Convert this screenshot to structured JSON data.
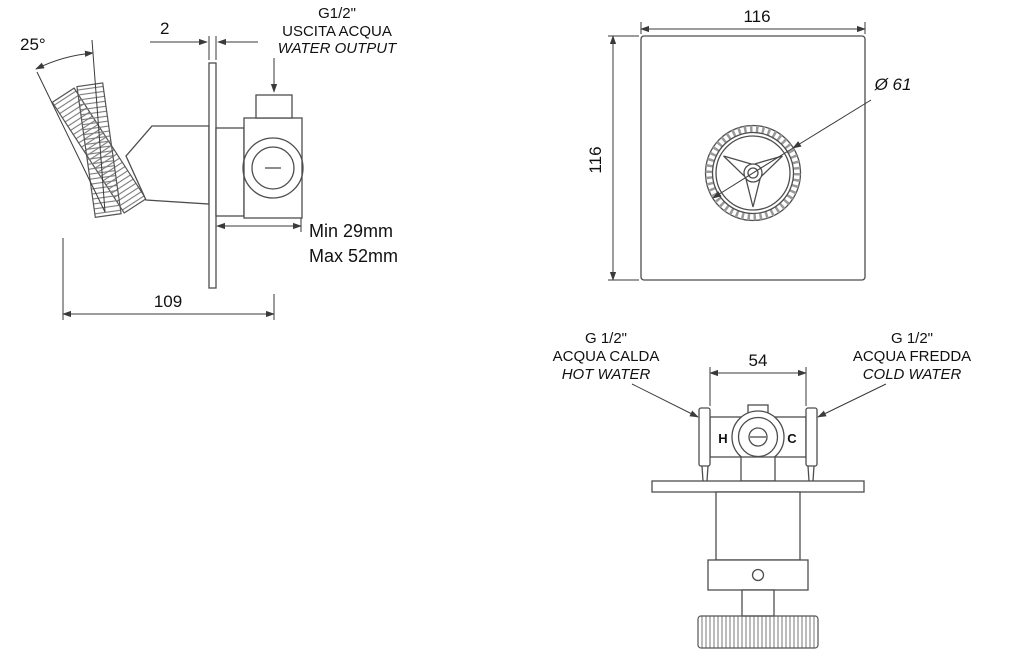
{
  "colors": {
    "line": "#4d4d4d",
    "dim": "#3a3a3a",
    "text": "#111111",
    "hot": "#e30613",
    "cold": "#1414cc"
  },
  "side_view": {
    "angle": "25°",
    "plate_thickness": "2",
    "output": {
      "thread": "G1/2\"",
      "label_it": "USCITA ACQUA",
      "label_en": "WATER OUTPUT"
    },
    "depth_min": "Min 29mm",
    "depth_max": "Max 52mm",
    "overall_width": "109"
  },
  "front_view": {
    "width": "116",
    "height": "116",
    "knob_diameter": "Ø 61"
  },
  "bottom_view": {
    "ports_spacing": "54",
    "hot": {
      "thread": "G 1/2\"",
      "label_it": "ACQUA CALDA",
      "label_en": "HOT WATER",
      "letter": "H"
    },
    "cold": {
      "thread": "G 1/2\"",
      "label_it": "ACQUA FREDDA",
      "label_en": "COLD WATER",
      "letter": "C"
    }
  }
}
